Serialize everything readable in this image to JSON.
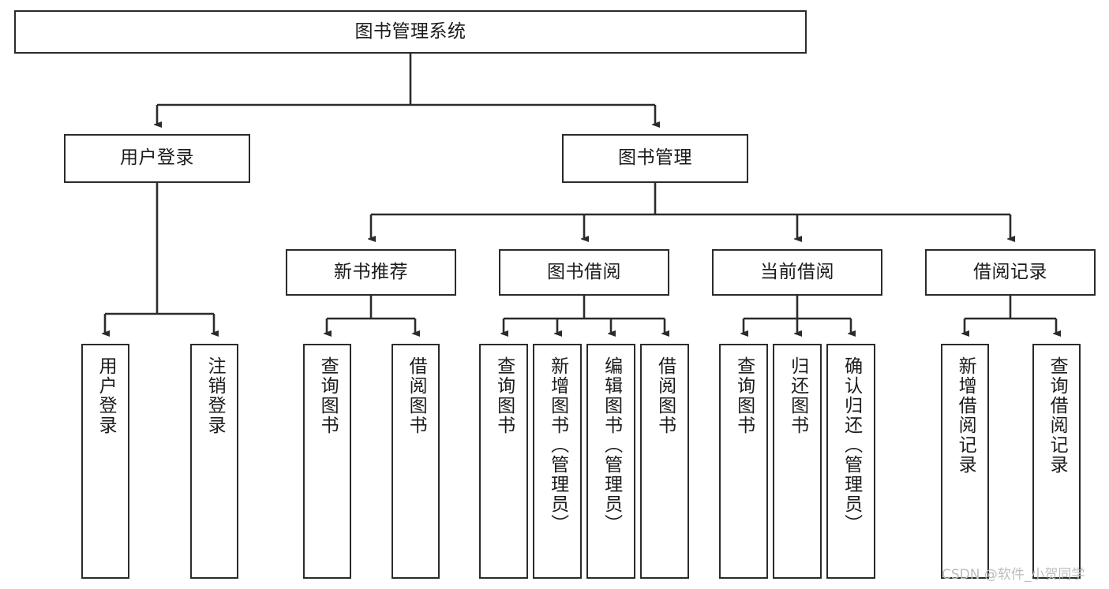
{
  "diagram": {
    "title": "图书管理系统",
    "watermark": "CSDN @软件_小贺同学",
    "colors": {
      "background": "#ffffff",
      "stroke": "#2b2b2b",
      "text": "#1b1b1b",
      "watermark": "#bdbdbd"
    },
    "root": {
      "label": "图书管理系统"
    },
    "level2": [
      {
        "label": "用户登录"
      },
      {
        "label": "图书管理"
      }
    ],
    "level3": [
      {
        "label": "新书推荐"
      },
      {
        "label": "图书借阅"
      },
      {
        "label": "当前借阅"
      },
      {
        "label": "借阅记录"
      }
    ],
    "leaves": {
      "user_login": [
        {
          "label": "用户登录"
        },
        {
          "label": "注销登录"
        }
      ],
      "new_book_recommend": [
        {
          "label": "查询图书"
        },
        {
          "label": "借阅图书"
        }
      ],
      "book_borrow": [
        {
          "label": "查询图书"
        },
        {
          "label": "新增图书（管理员）"
        },
        {
          "label": "编辑图书（管理员）"
        },
        {
          "label": "借阅图书"
        }
      ],
      "current_borrow": [
        {
          "label": "查询图书"
        },
        {
          "label": "归还图书"
        },
        {
          "label": "确认归还（管理员）"
        }
      ],
      "borrow_record": [
        {
          "label": "新增借阅记录"
        },
        {
          "label": "查询借阅记录"
        }
      ]
    }
  }
}
